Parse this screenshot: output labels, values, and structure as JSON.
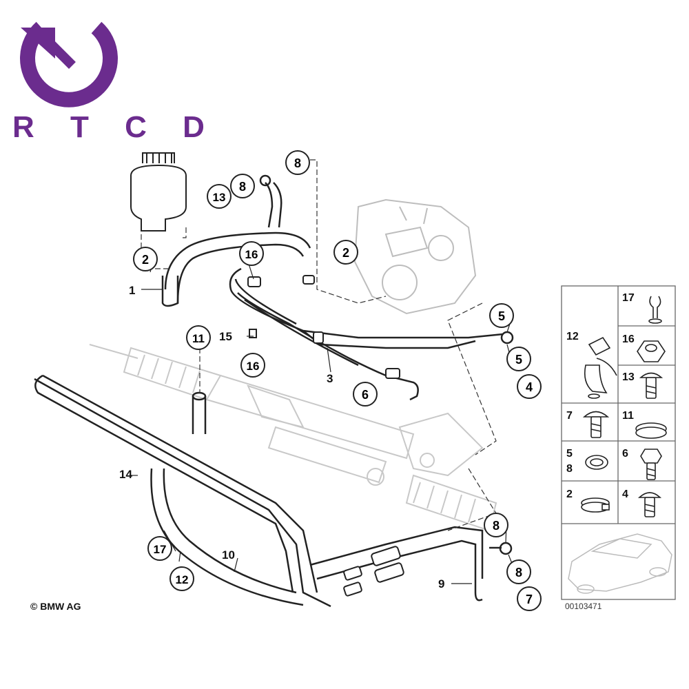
{
  "logo": {
    "text": "R T C D",
    "color": "#6b2c8e",
    "icon": "rotate-arrow-icon"
  },
  "copyright": "© BMW AG",
  "diagram_id": "00103471",
  "callouts": {
    "c8_top": "8",
    "c13": "13",
    "c8_left": "8",
    "c2_left": "2",
    "c2_right": "2",
    "c16_top": "16",
    "c11": "11",
    "c16_mid": "16",
    "c5_a": "5",
    "c5_b": "5",
    "c4": "4",
    "c6": "6",
    "c8_low": "8",
    "c8_low2": "8",
    "c7": "7",
    "c17": "17",
    "c12": "12"
  },
  "plain_labels": {
    "l1": "1",
    "l15": "15",
    "l3": "3",
    "l14": "14",
    "l10": "10",
    "l9": "9"
  },
  "parts_table": {
    "cells": [
      {
        "numbers": [
          "17"
        ],
        "icon": "clip-icon"
      },
      {
        "numbers": [
          "12"
        ],
        "icon": "hose-bracket-icon"
      },
      {
        "numbers": [
          "16"
        ],
        "icon": "hex-nut-icon"
      },
      {
        "numbers": [
          "13"
        ],
        "icon": "banjo-bolt-icon"
      },
      {
        "numbers": [
          "7"
        ],
        "icon": "bolt-icon"
      },
      {
        "numbers": [
          "11"
        ],
        "icon": "hose-clamp-icon"
      },
      {
        "numbers": [
          "5",
          "8"
        ],
        "icon": "seal-ring-icon"
      },
      {
        "numbers": [
          "6"
        ],
        "icon": "hex-bolt-icon"
      },
      {
        "numbers": [
          "2"
        ],
        "icon": "clamp-icon"
      },
      {
        "numbers": [
          "4"
        ],
        "icon": "banjo-bolt-icon"
      }
    ],
    "car_icon": "car-sedan-icon"
  }
}
